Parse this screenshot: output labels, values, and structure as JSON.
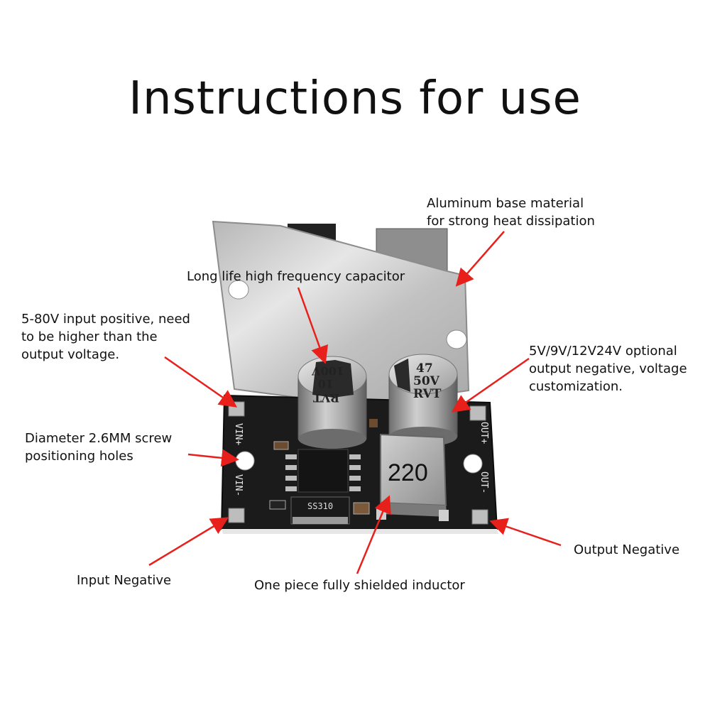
{
  "title": "Instructions for use",
  "callouts": {
    "aluminum": "Aluminum base material\nfor strong heat dissipation",
    "capacitor": "Long life high frequency capacitor",
    "input_positive": "5-80V input positive, need\nto be higher than the\noutput voltage.",
    "output_negative_voltage": "5V/9V/12V24V optional\noutput negative, voltage\ncustomization.",
    "screw_holes": "Diameter 2.6MM screw\npositioning holes",
    "output_negative": "Output Negative",
    "input_negative": "Input Negative",
    "inductor": "One piece fully shielded inductor"
  },
  "board_markings": {
    "vin_plus": "VIN+",
    "vin_minus": "VIN-",
    "out_plus": "OUT+",
    "out_minus": "OUT-",
    "cap1": [
      "10",
      "100V",
      "RVT"
    ],
    "cap2": [
      "47",
      "50V",
      "RVT"
    ],
    "inductor": "220",
    "diode": "SS310"
  },
  "colors": {
    "arrow": "#e8201c",
    "pcb": "#1b1b1b",
    "aluminum": "#c9c9c9"
  }
}
